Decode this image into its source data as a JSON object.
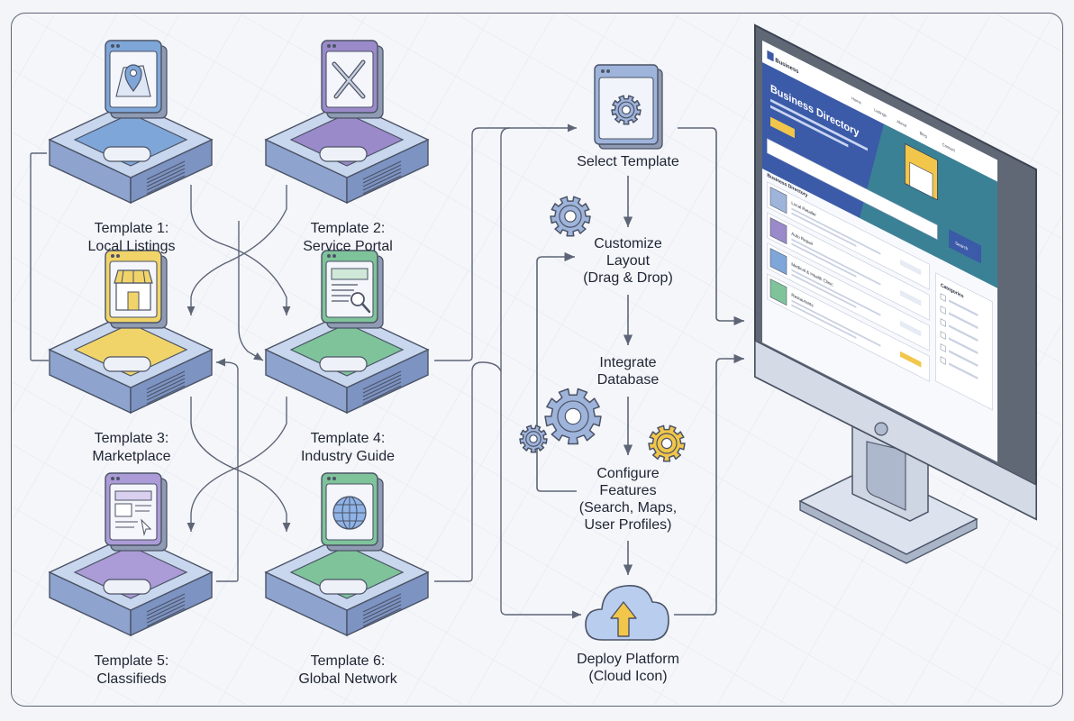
{
  "templates": [
    {
      "line1": "Template 1:",
      "line2": "Local Listings",
      "icon": "map-pin-icon",
      "accent": "#7fa6d8"
    },
    {
      "line1": "Template 2:",
      "line2": "Service Portal",
      "icon": "wrench-screwdriver-icon",
      "accent": "#9b8ac9"
    },
    {
      "line1": "Template 3:",
      "line2": "Marketplace",
      "icon": "storefront-icon",
      "accent": "#f1d469"
    },
    {
      "line1": "Template 4:",
      "line2": "Industry Guide",
      "icon": "document-search-icon",
      "accent": "#7fc39a"
    },
    {
      "line1": "Template 5:",
      "line2": "Classifieds",
      "icon": "classified-ad-icon",
      "accent": "#ab9bd6"
    },
    {
      "line1": "Template 6:",
      "line2": "Global Network",
      "icon": "globe-icon",
      "accent": "#7fc39a"
    }
  ],
  "steps": [
    {
      "lines": [
        "Select Template"
      ],
      "icon": "settings-window-icon"
    },
    {
      "lines": [
        "Customize",
        "Layout",
        "(Drag & Drop)"
      ],
      "icon": "gear-icon"
    },
    {
      "lines": [
        "Integrate",
        "Database"
      ],
      "icon": "gears-icon"
    },
    {
      "lines": [
        "Configure",
        "Features",
        "(Search, Maps,",
        "User Profiles)"
      ],
      "icon": "yellow-gear-icon"
    },
    {
      "lines": [
        "Deploy Platform",
        "(Cloud Icon)"
      ],
      "icon": "cloud-upload-icon"
    }
  ],
  "screen": {
    "brand": "Business",
    "nav": [
      "Home",
      "Listings",
      "About",
      "Blog",
      "Contact"
    ],
    "hero_title": "Business Directory",
    "hero_button": "Search",
    "section_title": "Business Directory",
    "sidebar_title": "Categories",
    "listings": [
      "Local Retailer",
      "Auto Repair",
      "Medical & Health Clinic",
      "Restaurants"
    ]
  },
  "colors": {
    "line": "#5d6576",
    "base_blue": "#c9d7ee",
    "base_side": "#8ea4cf",
    "monitor": "#606876"
  }
}
